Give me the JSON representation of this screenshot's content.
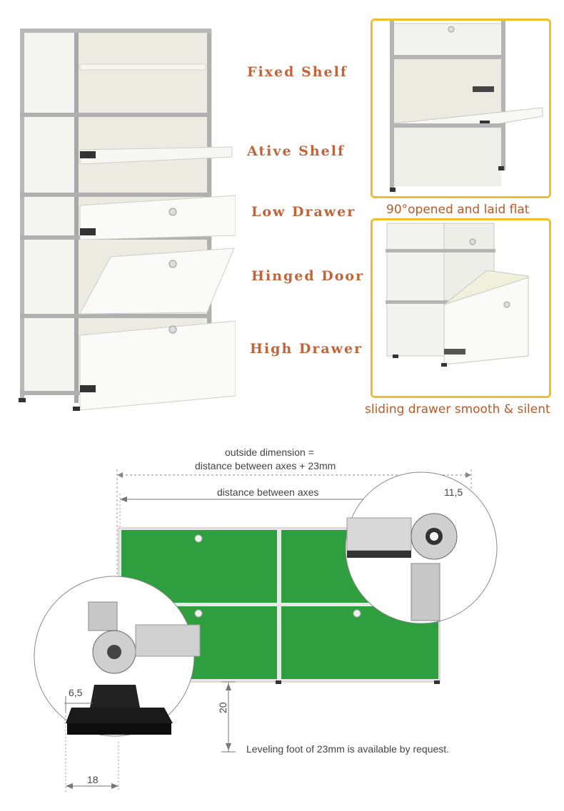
{
  "features": {
    "fixed_shelf": "Fixed Shelf",
    "active_shelf": "Ative Shelf",
    "low_drawer": "Low Drawer",
    "hinged_door": "Hinged Door",
    "high_drawer": "High Drawer"
  },
  "captions": {
    "opened_flat": "90°opened and laid flat",
    "sliding_drawer": "sliding drawer smooth & silent"
  },
  "diagram": {
    "outside_dimension_line1": "outside dimension =",
    "outside_dimension_line2": "distance between axes + 23mm",
    "distance_between_axes": "distance between axes",
    "dim_11_5": "11,5",
    "dim_6_5": "6,5",
    "dim_20": "20",
    "dim_18": "18",
    "leveling_note": "Leveling foot of 23mm is available by request."
  },
  "colors": {
    "label_text": "#c0643a",
    "caption_text": "#b85a28",
    "frame_border": "#efbe2a",
    "panel_green": "#2e9e3e"
  }
}
